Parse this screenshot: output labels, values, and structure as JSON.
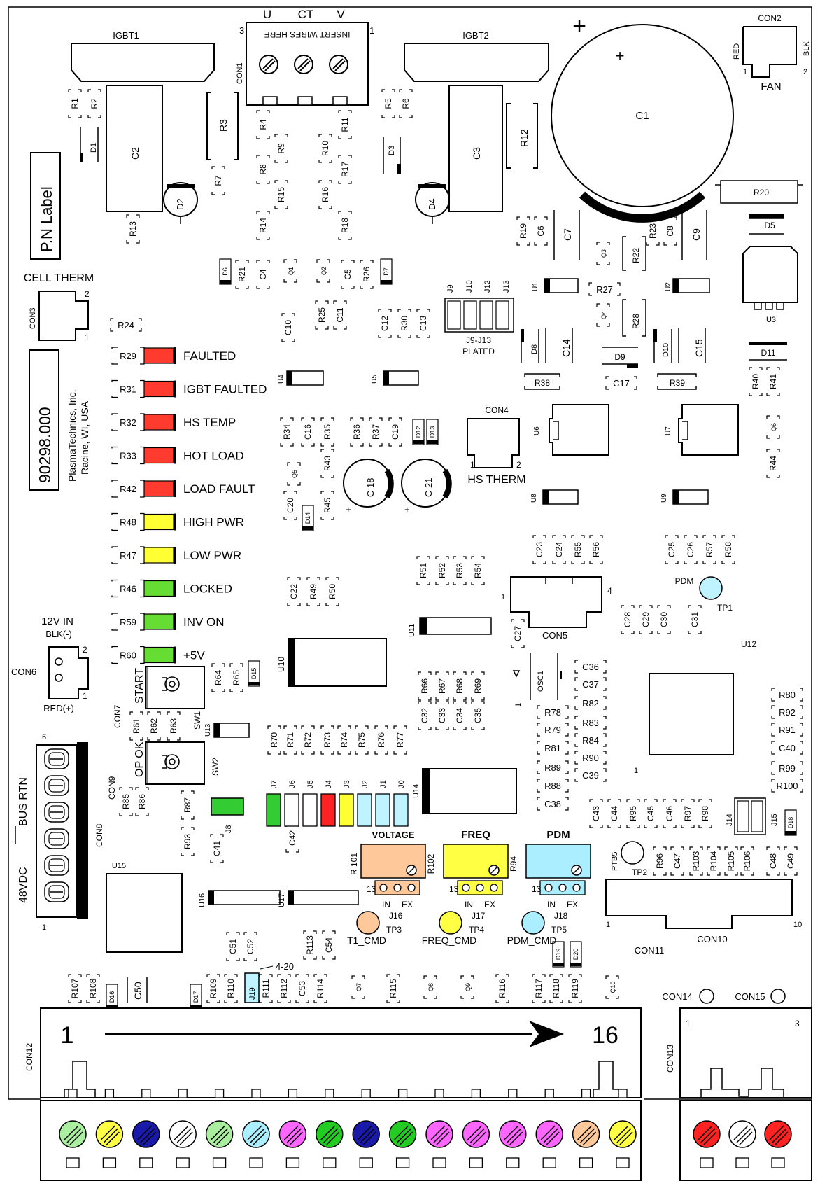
{
  "board": {
    "igbt1": "IGBT1",
    "igbt2": "IGBT2",
    "con1": {
      "name": "CON1",
      "u": "U",
      "ct": "CT",
      "v": "V",
      "pin3": "3",
      "pin1": "1",
      "note": "INSERT WIRES HERE"
    },
    "con2": {
      "name": "CON2",
      "red": "RED",
      "blk": "BLK",
      "fan": "FAN",
      "pin1": "1",
      "pin2": "2"
    },
    "c1": {
      "name": "C1",
      "plus": "+"
    },
    "pn_label": "P.N Label",
    "part_number": "90298.000",
    "company": [
      "PlasmaTechnics, Inc.",
      "Racine, WI, USA"
    ],
    "cell_therm": {
      "label": "CELL THERM",
      "con": "CON3",
      "pin2": "2",
      "pin1": "1"
    },
    "hs_therm": {
      "label": "HS THERM",
      "con": "CON4",
      "pin1": "1",
      "pin2": "2"
    },
    "jumper_block": {
      "name": "J9-J13",
      "note": "PLATED",
      "labels": [
        "J9",
        "J10",
        "J12",
        "J13"
      ]
    },
    "pwr_in": {
      "title": "12V IN",
      "blk": "BLK(-)",
      "red": "RED(+)",
      "con": "CON6",
      "pin2": "2",
      "pin1": "1"
    },
    "start": {
      "label": "START",
      "con": "CON7",
      "sw": "SW1"
    },
    "op_ok": {
      "label": "OP OK",
      "con": "CON9",
      "sw": "SW2"
    },
    "con8": {
      "name": "CON8",
      "bus": "BUS RTN",
      "vdc": "48VDC",
      "pin6": "6",
      "pin1": "1"
    },
    "leds": [
      {
        "res": "R29",
        "label": "FAULTED",
        "color": "#ff3b30"
      },
      {
        "res": "R31",
        "label": "IGBT FAULTED",
        "color": "#ff3b30"
      },
      {
        "res": "R32",
        "label": "HS TEMP",
        "color": "#ff3b30"
      },
      {
        "res": "R33",
        "label": "HOT LOAD",
        "color": "#ff3b30"
      },
      {
        "res": "R42",
        "label": "LOAD FAULT",
        "color": "#ff3b30"
      },
      {
        "res": "R48",
        "label": "HIGH PWR",
        "color": "#ffff33"
      },
      {
        "res": "R47",
        "label": "LOW PWR",
        "color": "#ffff33"
      },
      {
        "res": "R46",
        "label": "LOCKED",
        "color": "#66dd33"
      },
      {
        "res": "R59",
        "label": "INV ON",
        "color": "#66dd33"
      },
      {
        "res": "R60",
        "label": "+5V",
        "color": "#66dd33"
      }
    ],
    "pots": [
      {
        "title": "VOLTAGE",
        "res_l": "R 101",
        "res_r": "R102",
        "jumper": "J16",
        "pin": "13",
        "in": "IN",
        "ex": "EX",
        "tp": "TP3",
        "cmd": "T1_CMD",
        "color": "#ffc89a"
      },
      {
        "title": "FREQ",
        "res_l": "",
        "res_r": "R94",
        "jumper": "J17",
        "pin": "13",
        "in": "IN",
        "ex": "EX",
        "tp": "TP4",
        "cmd": "FREQ_CMD",
        "color": "#ffff44"
      },
      {
        "title": "PDM",
        "res_l": "",
        "res_r": "",
        "jumper": "J18",
        "pin": "13",
        "in": "IN",
        "ex": "EX",
        "tp": "TP5",
        "cmd": "PDM_CMD",
        "color": "#aaeeff"
      }
    ],
    "jumpers_j": [
      "J7",
      "J6",
      "J5",
      "J4",
      "J3",
      "J2",
      "J1",
      "J0"
    ],
    "jumpers_j_colors": [
      "#33cc33",
      "#ffffff",
      "#ffffff",
      "#ff2222",
      "#ffff33",
      "#bff3ff",
      "#bff3ff",
      "#bff3ff"
    ],
    "j8": "J8",
    "j19": "J19",
    "label_420": "4-20",
    "con5": {
      "name": "CON5",
      "pin1": "1",
      "pin4": "4"
    },
    "osc1": "OSC1",
    "tp1": {
      "name": "TP1",
      "label": "PDM"
    },
    "tp2": {
      "name": "TP2",
      "label": "PTB5"
    },
    "con10": {
      "name": "CON10",
      "pin1": "1",
      "pin10": "10"
    },
    "con11": "CON11",
    "con12": {
      "name": "CON12",
      "start": "1",
      "end": "16"
    },
    "con13": {
      "name": "CON13",
      "pin1": "1",
      "pin3": "3"
    },
    "con14": "CON14",
    "con15": "CON15",
    "u_labels": {
      "u1": "U1",
      "u2": "U2",
      "u3": "U3",
      "u4": "U4",
      "u5": "U5",
      "u6": "U6",
      "u7": "U7",
      "u8": "U8",
      "u9": "U9",
      "u10": "U10",
      "u11": "U11",
      "u12": "U12",
      "u13": "U13",
      "u14": "U14",
      "u15": "U15",
      "u16": "U16",
      "u17": "U17"
    },
    "big_caps": {
      "c2": "C2",
      "c3": "C3",
      "c7": "C7",
      "c9": "C9",
      "c14": "C14",
      "c15": "C15",
      "c50": "C50",
      "c18": "C 18",
      "c21": "C 21"
    },
    "big_res": {
      "r3": "R3",
      "r12": "R12",
      "r20": "R20",
      "r22": "R22",
      "r28": "R28",
      "r38": "R38",
      "r39": "R39"
    },
    "diodes": {
      "d1": "D1",
      "d2": "D2",
      "d3": "D3",
      "d4": "D4",
      "d5": "D5",
      "d8": "D8",
      "d9": "D9",
      "d10": "D10",
      "d11": "D11"
    },
    "j14": "J14",
    "j15": "J15",
    "one": "1",
    "smd": [
      [
        "R1",
        107,
        148,
        1
      ],
      [
        "R2",
        135,
        148,
        1
      ],
      [
        "R5",
        555,
        148,
        1
      ],
      [
        "R6",
        580,
        148,
        1
      ],
      [
        "R4",
        376,
        178,
        1
      ],
      [
        "R11",
        493,
        178,
        1
      ],
      [
        "R9",
        402,
        212,
        1
      ],
      [
        "R10",
        465,
        212,
        1
      ],
      [
        "R8",
        376,
        242,
        1
      ],
      [
        "R17",
        493,
        242,
        1
      ],
      [
        "R7",
        312,
        258,
        1
      ],
      [
        "R15",
        402,
        278,
        1
      ],
      [
        "R16",
        465,
        278,
        1
      ],
      [
        "R14",
        376,
        322,
        1
      ],
      [
        "R18",
        493,
        322,
        1
      ],
      [
        "R13",
        190,
        327,
        1
      ],
      [
        "R19",
        748,
        330,
        1
      ],
      [
        "C6",
        773,
        330,
        1
      ],
      [
        "R23",
        933,
        330,
        1
      ],
      [
        "C8",
        958,
        330,
        1
      ],
      [
        "R21",
        346,
        392,
        1
      ],
      [
        "C4",
        376,
        392,
        1
      ],
      [
        "Q1",
        415,
        387,
        1
      ],
      [
        "Q2",
        462,
        387,
        1
      ],
      [
        "C5",
        497,
        392,
        1
      ],
      [
        "R26",
        524,
        392,
        1
      ],
      [
        "Q3",
        862,
        362,
        1
      ],
      [
        "R27",
        864,
        413,
        0
      ],
      [
        "Q4",
        862,
        450,
        1
      ],
      [
        "C10",
        412,
        468,
        1
      ],
      [
        "R25",
        460,
        450,
        1
      ],
      [
        "C11",
        486,
        450,
        1
      ],
      [
        "C12",
        550,
        462,
        1
      ],
      [
        "R30",
        578,
        462,
        1
      ],
      [
        "C13",
        605,
        462,
        1
      ],
      [
        "R24",
        180,
        464,
        0
      ],
      [
        "C17",
        888,
        547,
        0
      ],
      [
        "R40",
        1080,
        545,
        1
      ],
      [
        "R41",
        1105,
        545,
        1
      ],
      [
        "R34",
        410,
        617,
        1
      ],
      [
        "C16",
        440,
        617,
        1
      ],
      [
        "R35",
        468,
        617,
        1
      ],
      [
        "R36",
        510,
        617,
        1
      ],
      [
        "R37",
        537,
        617,
        1
      ],
      [
        "C19",
        565,
        617,
        1
      ],
      [
        "Q5",
        420,
        677,
        1
      ],
      [
        "R43",
        468,
        662,
        1
      ],
      [
        "Q6",
        1105,
        610,
        1
      ],
      [
        "R44",
        1105,
        662,
        1
      ],
      [
        "C20",
        415,
        722,
        1
      ],
      [
        "R45",
        468,
        722,
        1
      ],
      [
        "C23",
        771,
        785,
        1
      ],
      [
        "C24",
        799,
        785,
        1
      ],
      [
        "R55",
        826,
        785,
        1
      ],
      [
        "R56",
        852,
        785,
        1
      ],
      [
        "C25",
        960,
        785,
        1
      ],
      [
        "C26",
        987,
        785,
        1
      ],
      [
        "R57",
        1014,
        785,
        1
      ],
      [
        "R58",
        1041,
        785,
        1
      ],
      [
        "R51",
        605,
        815,
        1
      ],
      [
        "R52",
        632,
        815,
        1
      ],
      [
        "R53",
        657,
        815,
        1
      ],
      [
        "R54",
        683,
        815,
        1
      ],
      [
        "C22",
        420,
        845,
        1
      ],
      [
        "R49",
        448,
        845,
        1
      ],
      [
        "R50",
        475,
        845,
        1
      ],
      [
        "C28",
        897,
        885,
        1
      ],
      [
        "C29",
        923,
        885,
        1
      ],
      [
        "C30",
        949,
        885,
        1
      ],
      [
        "C31",
        993,
        885,
        1
      ],
      [
        "C27",
        740,
        905,
        1
      ],
      [
        "R64",
        312,
        968,
        1
      ],
      [
        "R65",
        338,
        968,
        1
      ],
      [
        "C36",
        844,
        952,
        0
      ],
      [
        "C37",
        844,
        977,
        0
      ],
      [
        "R82",
        844,
        1004,
        0
      ],
      [
        "R83",
        844,
        1032,
        0
      ],
      [
        "R84",
        844,
        1057,
        0
      ],
      [
        "R90",
        844,
        1082,
        0
      ],
      [
        "C39",
        844,
        1107,
        0
      ],
      [
        "R78",
        790,
        1017,
        0
      ],
      [
        "R79",
        790,
        1042,
        0
      ],
      [
        "R81",
        790,
        1068,
        0
      ],
      [
        "R89",
        790,
        1096,
        0
      ],
      [
        "R88",
        790,
        1122,
        0
      ],
      [
        "C38",
        790,
        1148,
        0
      ],
      [
        "R66",
        607,
        980,
        1
      ],
      [
        "R67",
        632,
        980,
        1
      ],
      [
        "R68",
        657,
        980,
        1
      ],
      [
        "R69",
        683,
        980,
        1
      ],
      [
        "C32",
        607,
        1022,
        1
      ],
      [
        "C33",
        632,
        1022,
        1
      ],
      [
        "C34",
        657,
        1022,
        1
      ],
      [
        "C35",
        683,
        1022,
        1
      ],
      [
        "R80",
        1125,
        992,
        0
      ],
      [
        "R92",
        1125,
        1017,
        0
      ],
      [
        "R91",
        1125,
        1042,
        0
      ],
      [
        "C40",
        1125,
        1068,
        0
      ],
      [
        "R99",
        1125,
        1097,
        0
      ],
      [
        "R100",
        1125,
        1122,
        0
      ],
      [
        "R61",
        195,
        1037,
        1
      ],
      [
        "R62",
        220,
        1037,
        1
      ],
      [
        "R63",
        248,
        1037,
        1
      ],
      [
        "R70",
        392,
        1057,
        1
      ],
      [
        "R71",
        415,
        1057,
        1
      ],
      [
        "R72",
        440,
        1057,
        1
      ],
      [
        "R73",
        468,
        1057,
        1
      ],
      [
        "R74",
        492,
        1057,
        1
      ],
      [
        "R75",
        517,
        1057,
        1
      ],
      [
        "R76",
        545,
        1057,
        1
      ],
      [
        "R77",
        572,
        1057,
        1
      ],
      [
        "R85",
        180,
        1145,
        1
      ],
      [
        "R86",
        203,
        1145,
        1
      ],
      [
        "R87",
        268,
        1150,
        1
      ],
      [
        "C43",
        852,
        1162,
        1
      ],
      [
        "C44",
        878,
        1162,
        1
      ],
      [
        "R95",
        905,
        1162,
        1
      ],
      [
        "C45",
        930,
        1162,
        1
      ],
      [
        "C46",
        957,
        1162,
        1
      ],
      [
        "R97",
        983,
        1162,
        1
      ],
      [
        "R98",
        1008,
        1162,
        1
      ],
      [
        "R93",
        268,
        1202,
        1
      ],
      [
        "C41",
        310,
        1212,
        1
      ],
      [
        "C42",
        418,
        1197,
        1
      ],
      [
        "R96",
        943,
        1230,
        1
      ],
      [
        "C47",
        968,
        1230,
        1
      ],
      [
        "R103",
        995,
        1230,
        1
      ],
      [
        "R104",
        1020,
        1230,
        1
      ],
      [
        "R105",
        1045,
        1230,
        1
      ],
      [
        "R106",
        1068,
        1230,
        1
      ],
      [
        "C48",
        1105,
        1230,
        1
      ],
      [
        "C49",
        1130,
        1230,
        1
      ],
      [
        "C51",
        333,
        1352,
        1
      ],
      [
        "C52",
        358,
        1352,
        1
      ],
      [
        "R113",
        443,
        1350,
        1
      ],
      [
        "C54",
        470,
        1350,
        1
      ],
      [
        "R107",
        107,
        1412,
        1
      ],
      [
        "R108",
        133,
        1412,
        1
      ],
      [
        "R109",
        305,
        1412,
        1
      ],
      [
        "R110",
        330,
        1412,
        1
      ],
      [
        "R111",
        380,
        1412,
        1
      ],
      [
        "R112",
        406,
        1412,
        1
      ],
      [
        "C53",
        432,
        1412,
        1
      ],
      [
        "R114",
        458,
        1412,
        1
      ],
      [
        "Q7",
        512,
        1410,
        1
      ],
      [
        "R115",
        562,
        1412,
        1
      ],
      [
        "Q8",
        615,
        1410,
        1
      ],
      [
        "Q9",
        668,
        1410,
        1
      ],
      [
        "R116",
        718,
        1412,
        1
      ],
      [
        "R117",
        770,
        1412,
        1
      ],
      [
        "R118",
        795,
        1412,
        1
      ],
      [
        "R119",
        822,
        1412,
        1
      ],
      [
        "Q10",
        875,
        1410,
        1
      ]
    ],
    "small_diodes": [
      [
        "D6",
        322,
        388
      ],
      [
        "D7",
        552,
        388
      ],
      [
        "D12",
        598,
        617
      ],
      [
        "D13",
        618,
        617
      ],
      [
        "D14",
        440,
        740
      ],
      [
        "D15",
        363,
        962
      ],
      [
        "D16",
        160,
        1424
      ],
      [
        "D17",
        280,
        1424
      ],
      [
        "D18",
        1130,
        1175
      ],
      [
        "D19",
        798,
        1363
      ],
      [
        "D20",
        823,
        1363
      ]
    ],
    "con12_holes": [
      {
        "color": "#aaeea0"
      },
      {
        "color": "#ffff44"
      },
      {
        "color": "#1a1aaa"
      },
      {
        "color": "#ffffff"
      },
      {
        "color": "#aaeea0"
      },
      {
        "color": "#aaeeff"
      },
      {
        "color": "#ff66ff"
      },
      {
        "color": "#22cc22"
      },
      {
        "color": "#1a1aaa"
      },
      {
        "color": "#22cc22"
      },
      {
        "color": "#ff66ff"
      },
      {
        "color": "#ff66ff"
      },
      {
        "color": "#ff66ff"
      },
      {
        "color": "#ff66ff"
      },
      {
        "color": "#ffc89a"
      },
      {
        "color": "#ffff44"
      }
    ],
    "con13_holes": [
      {
        "color": "#ff2222"
      },
      {
        "color": "#ffffff"
      },
      {
        "color": "#ff2222"
      }
    ]
  }
}
